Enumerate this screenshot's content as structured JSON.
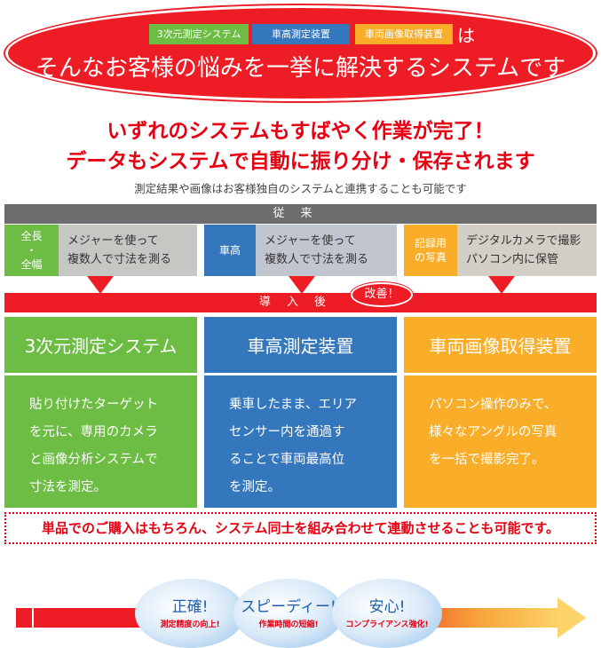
{
  "hero": {
    "badges": [
      "3次元測定システム",
      "車高測定装置",
      "車両画像取得装置"
    ],
    "particle": "は",
    "message": "そんなお客様の悩みを一挙に解決するシステムです"
  },
  "headline": {
    "line1": "いずれのシステムもすばやく作業が完了！",
    "line2": "データもシステムで自動に振り分け・保存されます",
    "sub": "測定結果や画像はお客様独自のシステムと連携することも可能です"
  },
  "before": {
    "title": "従来",
    "items": [
      {
        "label": "全長\n・\n全幅",
        "desc1": "メジャーを使って",
        "desc2": "複数人で寸法を測る"
      },
      {
        "label": "車高",
        "desc1": "メジャーを使って",
        "desc2": "複数人で寸法を測る"
      },
      {
        "label": "記録用\nの写真",
        "desc1": "デジタルカメラで撮影",
        "desc2": "パソコン内に保管"
      }
    ]
  },
  "after": {
    "title": "導入後",
    "badge": "改善！"
  },
  "systems": [
    {
      "name": "3次元測定システム",
      "lines": [
        "貼り付けたターゲット",
        "を元に、専用のカメラ",
        "と画像分析システムで",
        "寸法を測定。"
      ]
    },
    {
      "name": "車高測定装置",
      "lines": [
        "乗車したまま、エリア",
        "センサー内を通過す",
        "ることで車両最高位",
        "を測定。"
      ]
    },
    {
      "name": "車両画像取得装置",
      "lines": [
        "パソコン操作のみで、",
        "様々なアングルの写真",
        "を一括で撮影完了。"
      ]
    }
  ],
  "note": "単品でのご購入はもちろん、システム同士を組み合わせて連動させることも可能です。",
  "benefits": [
    {
      "title": "正確!",
      "sub": "測定精度の向上!"
    },
    {
      "title": "スピーディー!",
      "sub": "作業時間の短縮!"
    },
    {
      "title": "安心!",
      "sub": "コンプライアンス強化!"
    }
  ],
  "colors": {
    "red": "#ee1c25",
    "green": "#6dbd45",
    "blue": "#3577bd",
    "orange": "#f9ad28",
    "gray": "#6d6d6f"
  }
}
